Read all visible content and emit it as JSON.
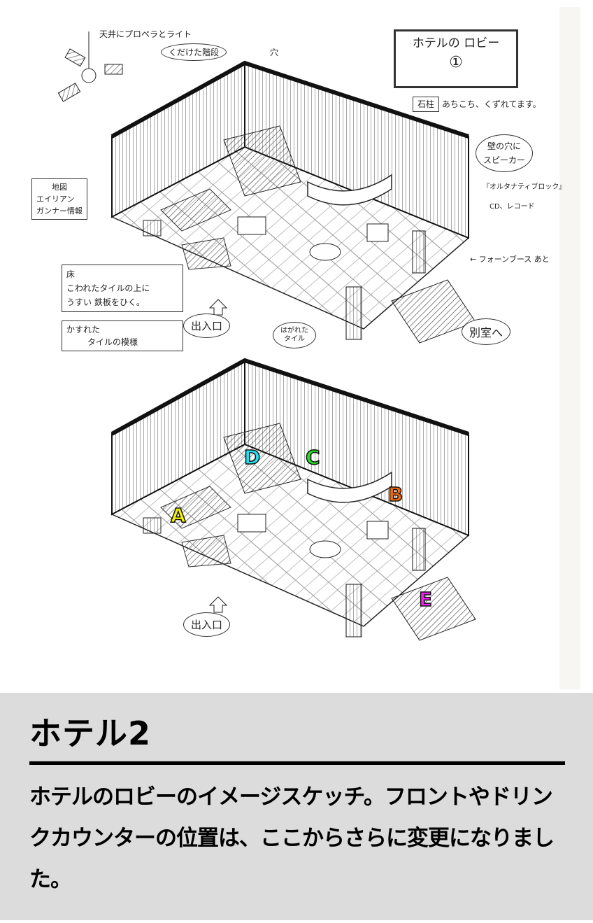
{
  "sketch": {
    "title_box": {
      "line1": "ホテルの ロビー",
      "line2": "①"
    },
    "notes": {
      "ceiling": "天井にプロペラとライト",
      "stairs": "くだけた階段",
      "hole": "穴",
      "pillar_label": "石柱",
      "pillar_text": "あちこち、くずれてます。",
      "wall_hole_1": "壁の穴に",
      "wall_hole_2": "スピーカー",
      "music": "『オルタナティブロック』",
      "cd": "CD、レコード",
      "phone_booth": "← フォーンブース あと",
      "map_1": "地図",
      "map_2": "エイリアン",
      "map_3": "ガンナー情報",
      "floor_label": "床",
      "floor_1": "こわれたタイルの上に",
      "floor_2": "うすい 鉄板をひく。",
      "floor_3": "かすれた",
      "floor_4": "タイルの模様",
      "entrance": "出入口",
      "entrance_2": "出入口",
      "peeled_1": "はがれた",
      "peeled_2": "タイル",
      "other_room": "別室へ"
    },
    "markers": [
      {
        "label": "A",
        "color": "#f5f500"
      },
      {
        "label": "B",
        "color": "#f06a10"
      },
      {
        "label": "C",
        "color": "#22e022"
      },
      {
        "label": "D",
        "color": "#22e0f0"
      },
      {
        "label": "E",
        "color": "#f020f0"
      }
    ]
  },
  "caption": {
    "title": "ホテル2",
    "body": "ホテルのロビーのイメージスケッチ。フロントやドリンクカウンターの位置は、ここからさらに変更になりました。"
  }
}
